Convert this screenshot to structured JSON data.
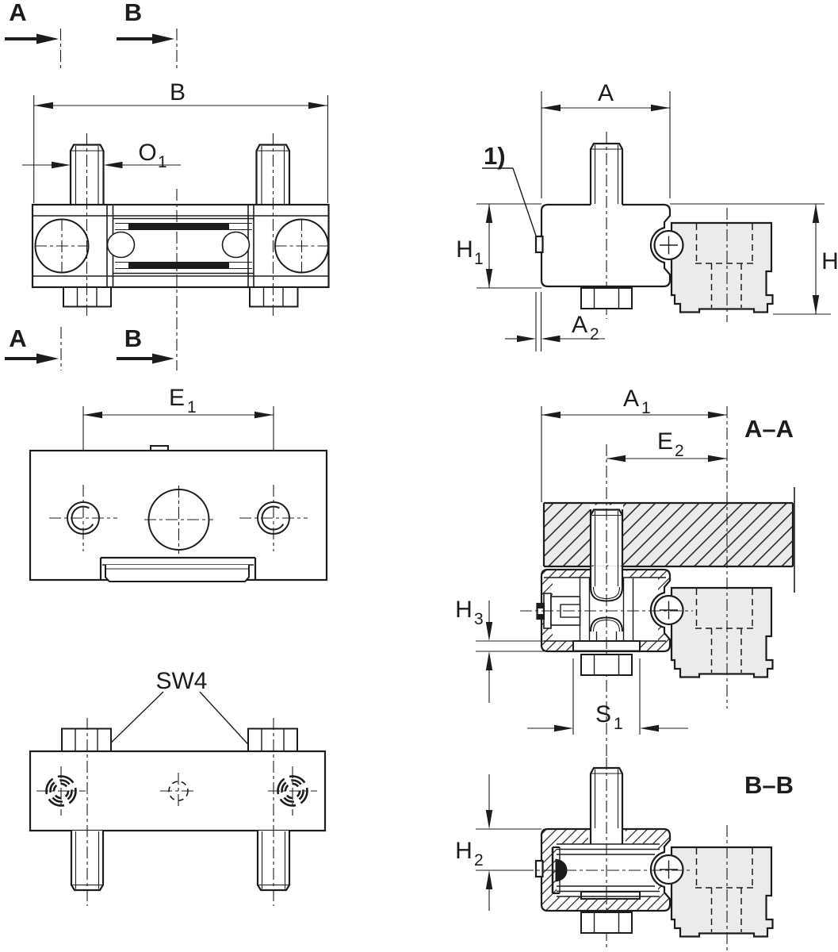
{
  "drawing": {
    "type": "technical-dimension-drawing",
    "colors": {
      "line": "#1c1c1c",
      "fill_gray": "#ebebeb",
      "background": "#ffffff"
    },
    "labels": {
      "section_a": "A",
      "section_b": "B",
      "note_1": "1)"
    },
    "sections": {
      "aa": "A–A",
      "bb": "B–B"
    },
    "dims": {
      "B": {
        "main": "B"
      },
      "O1": {
        "main": "O",
        "sub": "1"
      },
      "A": {
        "main": "A"
      },
      "H1": {
        "main": "H",
        "sub": "1"
      },
      "H": {
        "main": "H"
      },
      "A2": {
        "main": "A",
        "sub": "2"
      },
      "E1": {
        "main": "E",
        "sub": "1"
      },
      "A1": {
        "main": "A",
        "sub": "1"
      },
      "E2": {
        "main": "E",
        "sub": "2"
      },
      "H3": {
        "main": "H",
        "sub": "3"
      },
      "S1": {
        "main": "S",
        "sub": "1"
      },
      "SW": {
        "main": "SW4"
      },
      "H2": {
        "main": "H",
        "sub": "2"
      }
    }
  }
}
